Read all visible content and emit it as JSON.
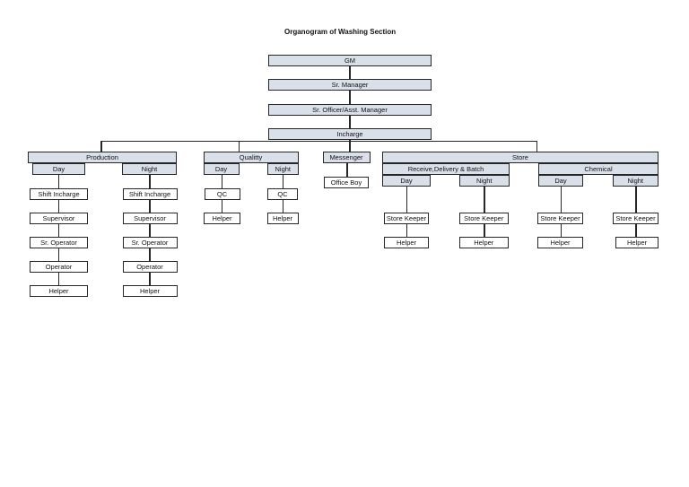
{
  "title": "Organogram of Washing Section",
  "colors": {
    "header_fill": "#dae0ea",
    "node_fill": "#ffffff",
    "border": "#262626",
    "line": "#262626",
    "page_background": "#ffffff"
  },
  "org": {
    "chain": [
      "GM",
      "Sr. Manager",
      "Sr. Officer/Asst. Manager",
      "Incharge"
    ],
    "production": {
      "label": "Production",
      "day": {
        "label": "Day",
        "roles": [
          "Shift Incharge",
          "Supervisor",
          "Sr. Operator",
          "Operator",
          "Helper"
        ]
      },
      "night": {
        "label": "Night",
        "roles": [
          "Shift Incharge",
          "Supervisor",
          "Sr. Operator",
          "Operator",
          "Helper"
        ]
      }
    },
    "quality": {
      "label": "Qualitty",
      "day": {
        "label": "Day",
        "roles": [
          "QC",
          "Helper"
        ]
      },
      "night": {
        "label": "Night",
        "roles": [
          "QC",
          "Helper"
        ]
      }
    },
    "messenger": {
      "label": "Messenger",
      "roles": [
        "Office Boy"
      ]
    },
    "store": {
      "label": "Store",
      "receive": {
        "label": "Receive,Delivery & Batch",
        "day": {
          "label": "Day",
          "roles": [
            "Store Keeper",
            "Helper"
          ]
        },
        "night": {
          "label": "Night",
          "roles": [
            "Store Keeper",
            "Helper"
          ]
        }
      },
      "chemical": {
        "label": "Chemical",
        "day": {
          "label": "Day",
          "roles": [
            "Store Keeper",
            "Helper"
          ]
        },
        "night": {
          "label": "Night",
          "roles": [
            "Store Keeper",
            "Helper"
          ]
        }
      }
    }
  }
}
